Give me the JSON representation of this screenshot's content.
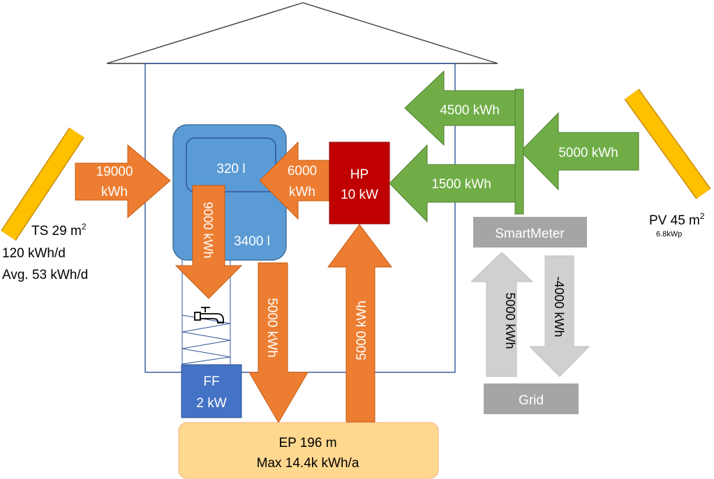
{
  "colors": {
    "orange": "#ED7D31",
    "green": "#70AD47",
    "blue": "#5B9BD5",
    "red": "#C00000",
    "ff_blue": "#4472C4",
    "grey": "#A5A5A5",
    "light_grey": "#D0D0D0",
    "yellow": "#FFC000",
    "ep_fill": "#FFD88F",
    "outline": "#2F5597"
  },
  "solar_thermal": {
    "label": "TS 29 m",
    "label_sup": "2",
    "line1": "120 kWh/d",
    "line2": "Avg. 53 kWh/d"
  },
  "pv": {
    "label": "PV 45 m",
    "label_sup": "2",
    "sub": "6.8kWp"
  },
  "tank": {
    "upper": "320 l",
    "lower": "3400 l"
  },
  "heat_pump": {
    "line1": "HP",
    "line2": "10 kW"
  },
  "fresh_water": {
    "line1": "FF",
    "line2": "2 kW"
  },
  "ground_probe": {
    "line1": "EP 196 m",
    "line2": "Max 14.4k kWh/a"
  },
  "smart_meter": {
    "label": "SmartMeter"
  },
  "grid": {
    "label": "Grid"
  },
  "flows": {
    "ts_to_tank": {
      "line1": "19000",
      "line2": "kWh"
    },
    "hp_to_tank": {
      "line1": "6000",
      "line2": "kWh"
    },
    "tank_to_tap": "9000 kWh",
    "tank_to_ep": "5000 kWh",
    "ep_to_hp": "5000 kWh",
    "pv_in": "5000 kWh",
    "to_house": "4500 kWh",
    "to_hp": "1500 kWh",
    "grid_import": "5000 kWh",
    "grid_export": "-4000 kWh"
  },
  "icons": {
    "tap": "water-tap-icon"
  }
}
